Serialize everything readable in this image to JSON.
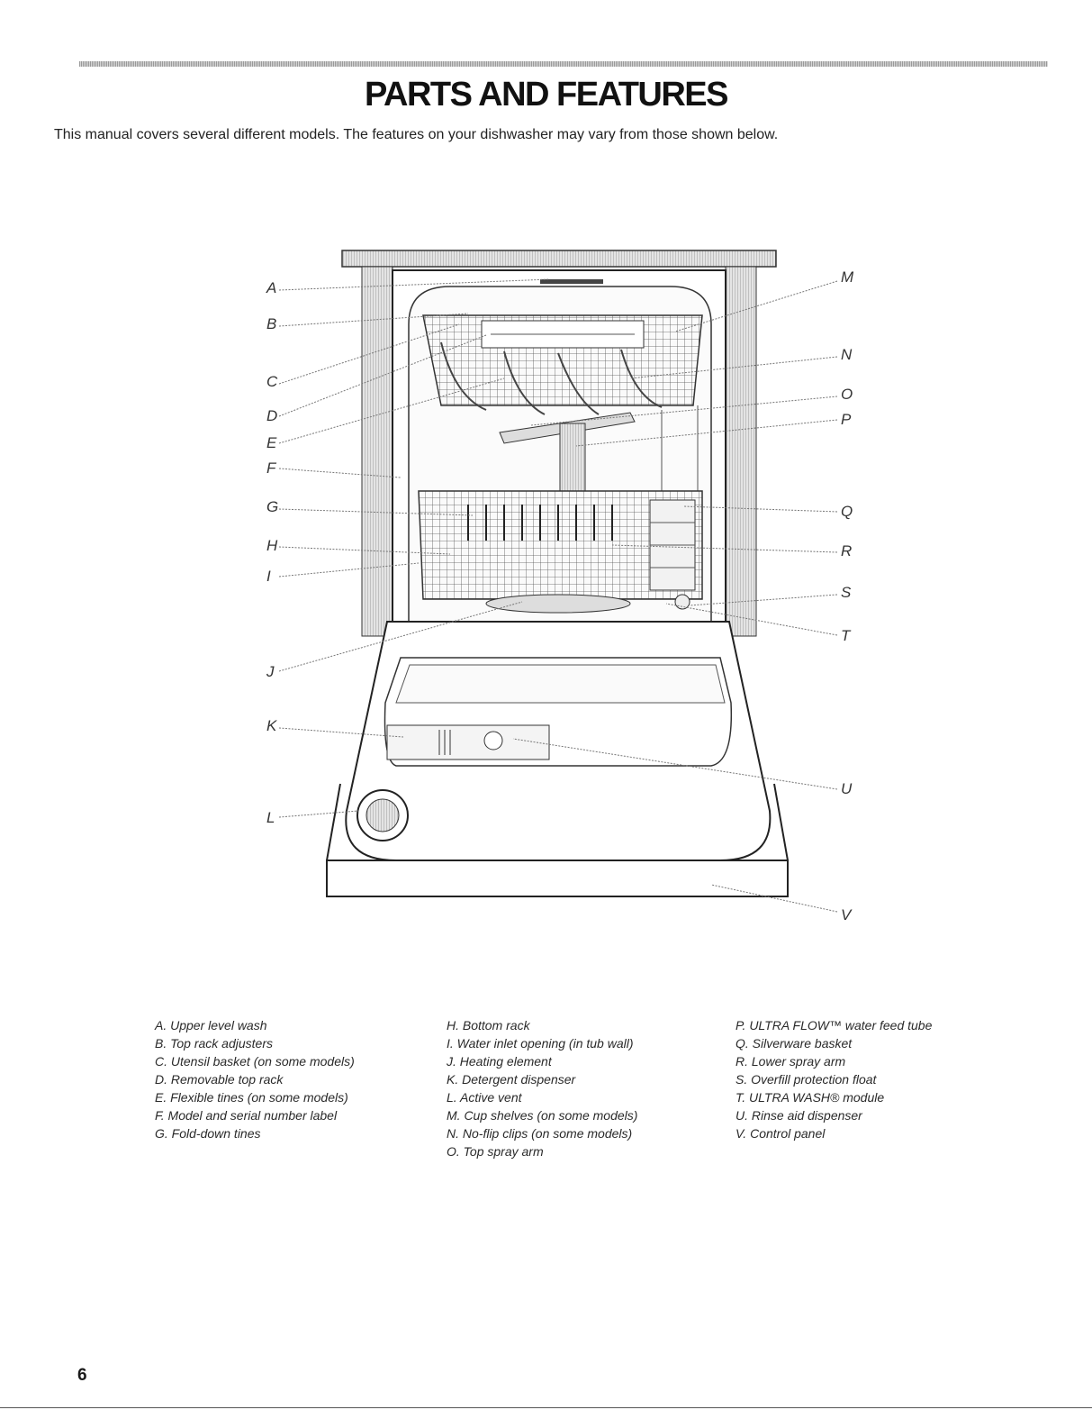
{
  "title": "PARTS AND FEATURES",
  "intro": "This manual covers several different models. The features on your dishwasher may vary from those shown below.",
  "callouts": [
    "A",
    "B",
    "C",
    "D",
    "E",
    "F",
    "G",
    "H",
    "I",
    "J",
    "K",
    "L",
    "M",
    "N",
    "O",
    "P",
    "Q",
    "R",
    "S",
    "T",
    "U",
    "V"
  ],
  "legend": {
    "col1": [
      "A. Upper level wash",
      "B. Top rack adjusters",
      "C. Utensil basket (on some models)",
      "D. Removable top rack",
      "E. Flexible tines (on some models)",
      "F. Model and serial number label",
      "G. Fold-down tines"
    ],
    "col2": [
      "H. Bottom rack",
      "I. Water inlet opening (in tub wall)",
      "J. Heating element",
      "K. Detergent dispenser",
      "L. Active vent",
      "M. Cup shelves (on some models)",
      "N. No-flip clips (on some models)",
      "O. Top spray arm"
    ],
    "col3": [
      "P. ULTRA FLOW™ water feed tube",
      "Q. Silverware basket",
      "R. Lower spray arm",
      "S. Overfill protection float",
      "T. ULTRA WASH® module",
      "U. Rinse aid dispenser",
      "V. Control panel"
    ]
  },
  "page_number": "6"
}
